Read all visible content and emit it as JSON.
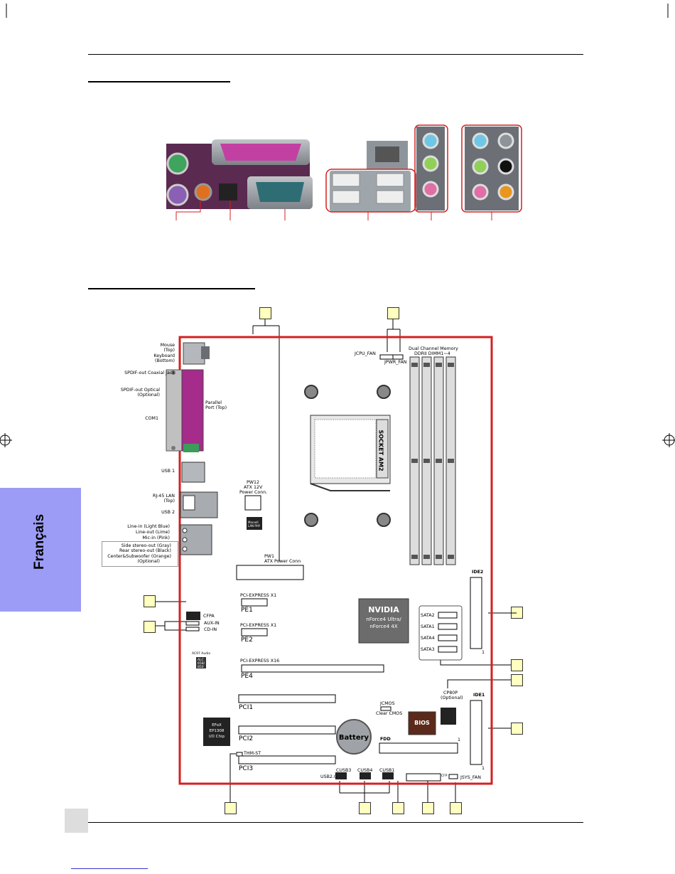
{
  "side_tab": {
    "label": "Français"
  },
  "panel": {
    "ports": [
      "Mouse (Top)",
      "Keyboard (Bottom)",
      "SPDIF-out Coaxial Jack",
      "SPDIF-out Optical (Optional)",
      "Parallel Port (Top)",
      "COM1",
      "USB 1",
      "RJ-45 LAN (Top)",
      "USB 2",
      "Line-in (Light Blue)",
      "Line-out (Lime)",
      "Mic-in (Pink)",
      "Side stereo-out (Gray)",
      "Rear stereo-out (Black)",
      "Center&Subwoofer (Orange)",
      "(Optional)"
    ]
  },
  "board": {
    "mouse": "Mouse",
    "mouse_pos": "(Top)",
    "keyboard": "Keyboard",
    "keyboard_pos": "(Bottom)",
    "spdif_coax": "SPDIF-out Coaxial Jack",
    "spdif_opt": "SPDIF-out Optical",
    "spdif_opt_note": "(Optional)",
    "parallel": "Parallel",
    "parallel_pos": "Port (Top)",
    "com1": "COM1",
    "usb1": "USB 1",
    "rj45": "RJ-45 LAN",
    "rj45_pos": "(Top)",
    "usb2": "USB 2",
    "line_in": "Line-in (Light Blue)",
    "line_out": "Line-out (Lime)",
    "mic_in": "Mic-in (Pink)",
    "side_out": "Side stereo-out (Gray)",
    "rear_out": "Rear stereo-out (Black)",
    "center_out": "Center&Subwoofer (Orange)",
    "optional": "(Optional)",
    "cpu_fan": "JCPU_FAN",
    "pwr_fan": "JPWR_FAN",
    "dimm1": "Dual Channel Memory",
    "dimm2": "DDRII DIMM1~4",
    "socket": "SOCKET AM2",
    "pw12_1": "PW12",
    "pw12_2": "ATX 12V",
    "pw12_3": "Power  Conn.",
    "pw1_1": "PW1",
    "pw1_2": "ATX Power Conn",
    "pe1_lbl": "PCI-EXPRESS X1",
    "pe1": "PE1",
    "pe2_lbl": "PCI-EXPRESS X1",
    "pe2": "PE2",
    "pe4_lbl": "PCI-EXPRESS X16",
    "pe4": "PE4",
    "nvidia1": "NVIDIA",
    "nvidia2": "nForce4 Ultra/",
    "nvidia3": "nForce4 4X",
    "sata2": "SATA2",
    "sata1": "SATA1",
    "sata4": "SATA4",
    "sata3": "SATA3",
    "ide2": "IDE2",
    "ide1": "IDE1",
    "one": "1",
    "cpf": "CFPA",
    "aux": "AUX-IN",
    "cd": "CD-IN",
    "ac97_1": "AC97 Audio",
    "ac97_2": "ALC",
    "ac97_3": "658/",
    "ac97_4": "850",
    "pci1": "PCI1",
    "pci2": "PCI2",
    "pci3": "PCI3",
    "jcmos1": "JCMOS",
    "jcmos2": "Clear CMOS",
    "battery": "Battery",
    "bios": "BIOS",
    "cp80p1": "CP80P",
    "cp80p2": "(Optional)",
    "io1": "EFoX",
    "io2": "EP1308",
    "io3": "I/O Chip",
    "fdd": "FDD",
    "thm": "THM-ST",
    "usb20": "USB2.0",
    "cusb3": "CUSB3",
    "cusb4": "CUSB4",
    "cusb1": "CUSB1",
    "sysfan": "JSYS_FAN",
    "cfp": "CFP",
    "lan_phy1": "Marvell",
    "lan_phy2": "LAN PHY"
  },
  "colors": {
    "board_border": "#d42020",
    "tab": "#9c9cf6",
    "callout": "#ffffc0",
    "port_ring": "#d42020"
  }
}
